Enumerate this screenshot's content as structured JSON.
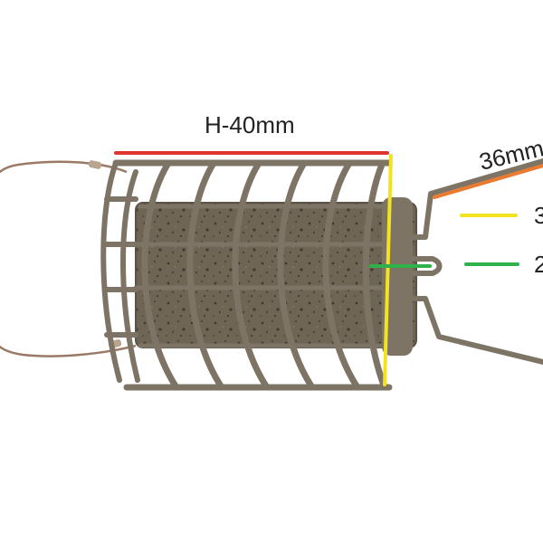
{
  "annotations": {
    "height_label": "H-40mm",
    "length_label": "36mm",
    "legend_yellow_label": "3",
    "legend_green_label": "2"
  },
  "colors": {
    "height_line": "#e0342f",
    "length_line": "#ec7a2e",
    "diameter_line": "#f2e21f",
    "inner_line": "#2fb24a",
    "cage_wire": "#7d7465",
    "weight_body": "#6e6555",
    "leader_wire": "#9a7a66",
    "background": "#ffffff"
  }
}
